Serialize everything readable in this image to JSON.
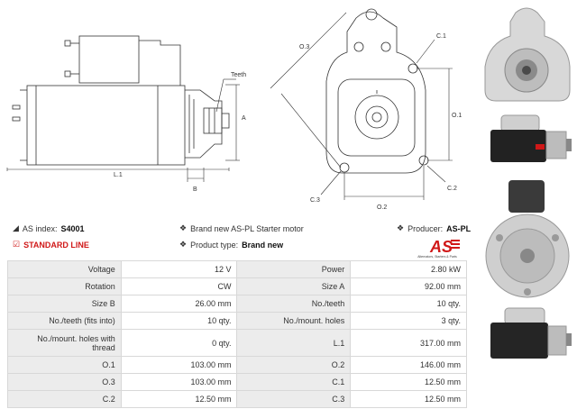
{
  "drawing": {
    "labels": {
      "teeth": "Teeth",
      "a": "A",
      "b": "B",
      "l1": "L.1",
      "o3": "O.3",
      "c1": "C.1",
      "o1": "O.1",
      "c2": "C.2",
      "c3": "C.3",
      "o2": "O.2"
    }
  },
  "info": {
    "as_index_label": "AS index:",
    "as_index_value": "S4001",
    "standard_line": "STANDARD LINE",
    "brand_new_text": "Brand new AS-PL Starter motor",
    "product_type_label": "Product type:",
    "product_type_value": "Brand new",
    "producer_label": "Producer:",
    "producer_value": "AS-PL"
  },
  "logo": {
    "text": "AS",
    "tagline": "Alternators, Starters & Parts",
    "color": "#d01818"
  },
  "specs": [
    {
      "l1": "Voltage",
      "v1": "12 V",
      "l2": "Power",
      "v2": "2.80 kW"
    },
    {
      "l1": "Rotation",
      "v1": "CW",
      "l2": "Size A",
      "v2": "92.00 mm"
    },
    {
      "l1": "Size B",
      "v1": "26.00 mm",
      "l2": "No./teeth",
      "v2": "10 qty."
    },
    {
      "l1": "No./teeth (fits into)",
      "v1": "10 qty.",
      "l2": "No./mount. holes",
      "v2": "3 qty."
    },
    {
      "l1": "No./mount. holes with thread",
      "v1": "0 qty.",
      "l2": "L.1",
      "v2": "317.00 mm"
    },
    {
      "l1": "O.1",
      "v1": "103.00 mm",
      "l2": "O.2",
      "v2": "146.00 mm"
    },
    {
      "l1": "O.3",
      "v1": "103.00 mm",
      "l2": "C.1",
      "v2": "12.50 mm"
    },
    {
      "l1": "C.2",
      "v1": "12.50 mm",
      "l2": "C.3",
      "v2": "12.50 mm"
    }
  ]
}
